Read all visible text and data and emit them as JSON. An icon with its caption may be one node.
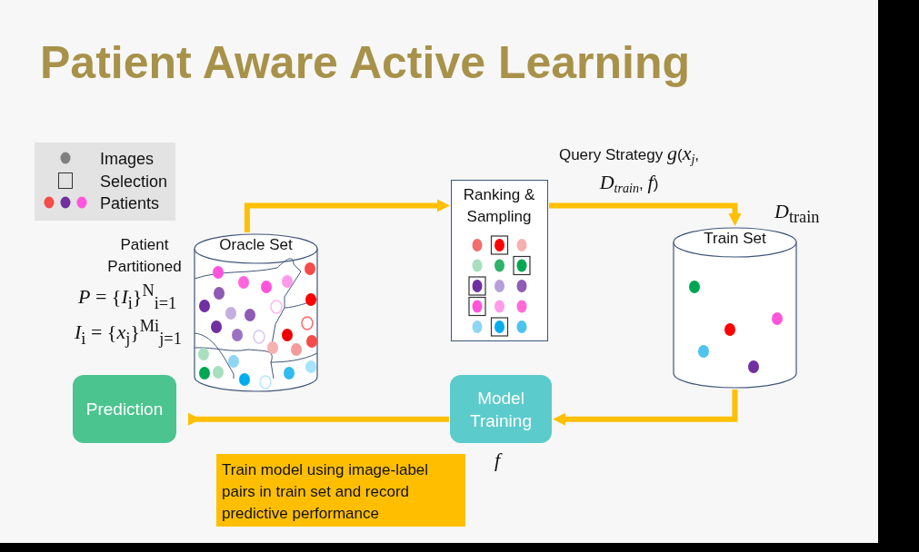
{
  "diagram": {
    "title": "Patient Aware Active Learning",
    "nodes": [
      {
        "text": [
          "Oracle Set"
        ],
        "beside": [
          "Patient Partitioned",
          "*P* = {*I*$_{i}$}$^{N}$$_{i=1}$",
          "*I*$_{i}$ = {*x*$_{j}$}$^{Mi}$$_{j=1}$"
        ]
      },
      {
        "text": [
          "Ranking & Sampling"
        ]
      },
      {
        "text": [
          "Train Set"
        ],
        "beside": [
          "*D*$_{train}$"
        ]
      },
      {
        "text": [
          "Model Training"
        ],
        "beside": [
          "*f*"
        ]
      },
      {
        "text": [
          "Prediction"
        ]
      }
    ],
    "edges": [
      {
        "from": 0,
        "to": 1,
        "arrow": "to"
      },
      {
        "from": 1,
        "to": 2,
        "arrow": "to",
        "label": "Query Strategy *g*(*x*$_{j}$, *D*$_{train}$, *f*)"
      },
      {
        "from": 2,
        "to": 3,
        "arrow": "to"
      },
      {
        "from": 3,
        "to": 4,
        "arrow": "to"
      }
    ],
    "labels": [
      "Train model using image-label pairs in train set and record predictive performance"
    ],
    "legend": [
      {
        "text": "Images",
        "color": "#808080"
      },
      {
        "text": "Selection"
      },
      {
        "text": "Patients"
      }
    ]
  }
}
